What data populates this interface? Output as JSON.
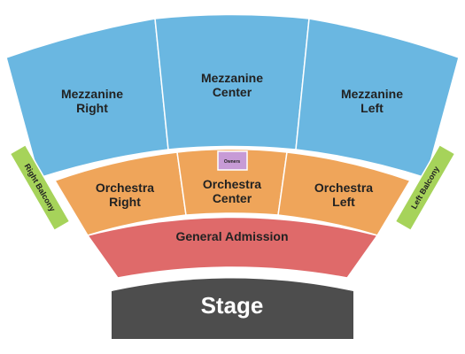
{
  "colors": {
    "mezzanine": "#6ab7e1",
    "orchestra": "#efa55a",
    "general_admission": "#df6a6a",
    "balcony": "#a6d35a",
    "stage": "#4d4d4d",
    "owners": "#c79bd6",
    "stroke": "#ffffff"
  },
  "sections": {
    "mezzanine_right": {
      "line1": "Mezzanine",
      "line2": "Right"
    },
    "mezzanine_center": {
      "line1": "Mezzanine",
      "line2": "Center"
    },
    "mezzanine_left": {
      "line1": "Mezzanine",
      "line2": "Left"
    },
    "orchestra_right": {
      "line1": "Orchestra",
      "line2": "Right"
    },
    "orchestra_center": {
      "line1": "Orchestra",
      "line2": "Center"
    },
    "orchestra_left": {
      "line1": "Orchestra",
      "line2": "Left"
    },
    "owners": "Owners",
    "general_admission": "General Admission",
    "right_balcony": "Right Balcony",
    "left_balcony": "Left Balcony",
    "stage": "Stage"
  }
}
